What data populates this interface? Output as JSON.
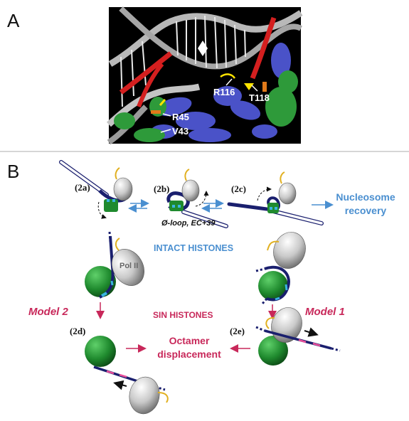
{
  "panel_a": {
    "letter": "A",
    "residues": [
      "R116",
      "T118",
      "R45",
      "V43"
    ]
  },
  "panel_b": {
    "letter": "B",
    "states": [
      "(2a)",
      "(2b)",
      "(2c)",
      "(2d)",
      "(2e)"
    ],
    "loop_note": "Ø-loop, EC+39",
    "nucleosome_recovery": [
      "Nucleosome",
      "recovery"
    ],
    "intact_histones": "INTACT HISTONES",
    "sin_histones": "SIN HISTONES",
    "model_2": "Model 2",
    "model_1": "Model 1",
    "pol_ii": "Pol II",
    "octamer_displacement": [
      "Octamer",
      "displacement"
    ]
  },
  "colors": {
    "dna_dark": "#1a1f6e",
    "histone_green": "#1f8a2e",
    "pol_grey": "#c8c8c8",
    "arrow_blue": "#4a8fd0",
    "arrow_pink": "#c8285a",
    "ribbon_red": "#d41f1f",
    "helix_blue": "#4a52c8",
    "helix_green": "#2e9a3a"
  }
}
